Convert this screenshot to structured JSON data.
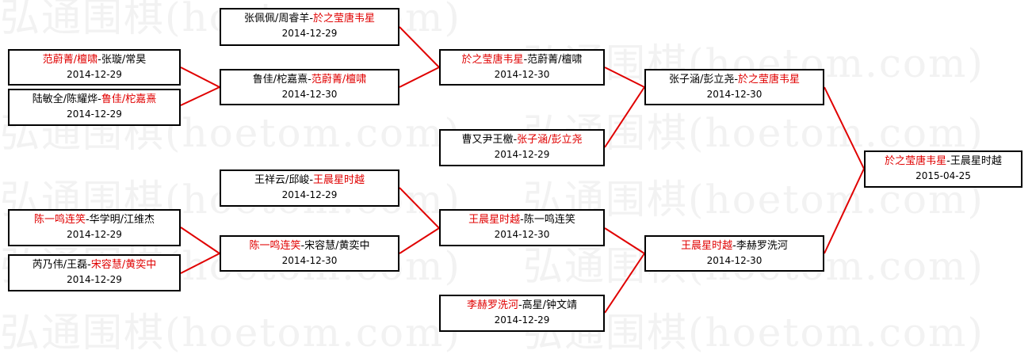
{
  "watermark": "弘通围棋(hoetom.com)",
  "colors": {
    "winner": "#e00000",
    "line": "#e00000",
    "border": "#000000"
  },
  "matches": [
    {
      "id": "m1",
      "p1": "张佩佩/周睿羊",
      "p2": "於之莹唐韦星",
      "winner": 2,
      "date": "2014-12-29"
    },
    {
      "id": "m2",
      "p1": "范蔚菁/檀啸",
      "p2": "张璇/常昊",
      "winner": 1,
      "date": "2014-12-29"
    },
    {
      "id": "m3",
      "p1": "陆敏全/陈耀烨",
      "p2": "鲁佳/柁嘉熹",
      "winner": 2,
      "date": "2014-12-29"
    },
    {
      "id": "m4",
      "p1": "鲁佳/柁嘉熹",
      "p2": "范蔚菁/檀啸",
      "winner": 2,
      "date": "2014-12-30"
    },
    {
      "id": "m5",
      "p1": "於之莹唐韦星",
      "p2": "范蔚菁/檀啸",
      "winner": 1,
      "date": "2014-12-30"
    },
    {
      "id": "m6",
      "p1": "曹又尹王檄",
      "p2": "张子涵/彭立尧",
      "winner": 2,
      "date": "2014-12-29"
    },
    {
      "id": "m7",
      "p1": "张子涵/彭立尧",
      "p2": "於之莹唐韦星",
      "winner": 2,
      "date": "2014-12-30"
    },
    {
      "id": "m8",
      "p1": "王祥云/邱峻",
      "p2": "王晨星时越",
      "winner": 2,
      "date": "2014-12-29"
    },
    {
      "id": "m9",
      "p1": "陈一鸣连笑",
      "p2": "华学明/江维杰",
      "winner": 1,
      "date": "2014-12-29"
    },
    {
      "id": "m10",
      "p1": "芮乃伟/王磊",
      "p2": "宋容慧/黄奕中",
      "winner": 2,
      "date": "2014-12-29"
    },
    {
      "id": "m11",
      "p1": "陈一鸣连笑",
      "p2": "宋容慧/黄奕中",
      "winner": 1,
      "date": "2014-12-30"
    },
    {
      "id": "m12",
      "p1": "王晨星时越",
      "p2": "陈一鸣连笑",
      "winner": 1,
      "date": "2014-12-30"
    },
    {
      "id": "m13",
      "p1": "李赫罗洗河",
      "p2": "高星/钟文靖",
      "winner": 1,
      "date": "2014-12-29"
    },
    {
      "id": "m14",
      "p1": "王晨星时越",
      "p2": "李赫罗洗河",
      "winner": 1,
      "date": "2014-12-30"
    },
    {
      "id": "m15",
      "p1": "於之莹唐韦星",
      "p2": "王晨星时越",
      "winner": 1,
      "date": "2015-04-25"
    }
  ]
}
